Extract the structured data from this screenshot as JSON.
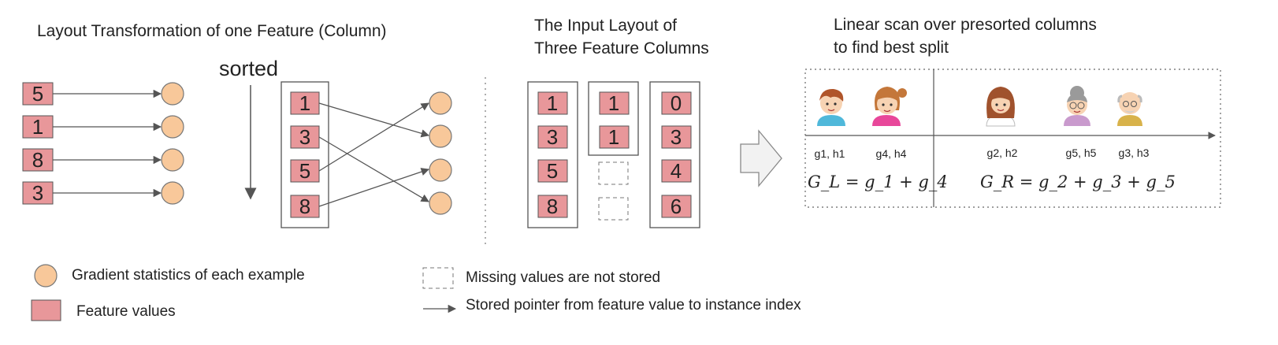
{
  "panels": {
    "layout_transform": {
      "title": "Layout Transformation of one Feature (Column)",
      "sorted_label": "sorted",
      "unsorted_values": [
        "5",
        "1",
        "8",
        "3"
      ],
      "sorted_values": [
        "1",
        "3",
        "5",
        "8"
      ]
    },
    "input_layout": {
      "title_line1": "The Input Layout of",
      "title_line2": "Three Feature Columns",
      "column1": [
        "1",
        "3",
        "5",
        "8"
      ],
      "column2": [
        "1",
        "1"
      ],
      "column3": [
        "0",
        "3",
        "4",
        "6"
      ]
    },
    "linear_scan": {
      "title_line1": "Linear scan over presorted columns",
      "title_line2": "to find best split",
      "left_labels": [
        "g1, h1",
        "g4, h4"
      ],
      "right_labels": [
        "g2, h2",
        "g5, h5",
        "g3, h3"
      ],
      "gl_formula": "G_L = g_1 + g_4",
      "gr_formula": "G_R = g_2 + g_3 + g_5"
    }
  },
  "legend": {
    "gradient": "Gradient statistics of each example",
    "feature": "Feature values",
    "missing": "Missing values are not stored",
    "pointer": "Stored pointer from feature value to instance index"
  },
  "colors": {
    "feature_fill": "#E8979A",
    "gradient_fill": "#F8C89A",
    "stroke": "#555555"
  }
}
